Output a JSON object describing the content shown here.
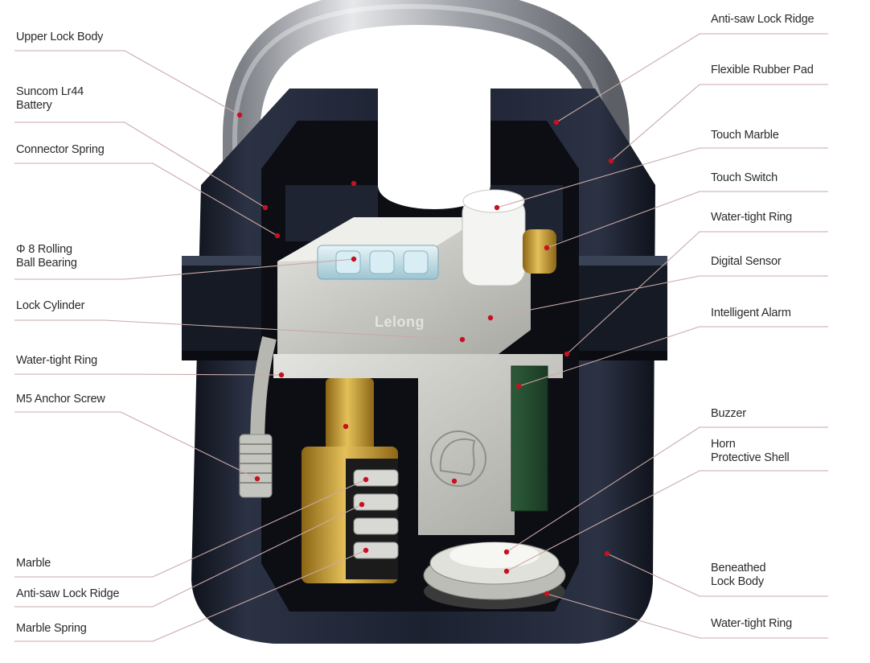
{
  "labels": {
    "left": [
      {
        "id": "upper-lock-body",
        "text": "Upper Lock Body"
      },
      {
        "id": "suncom-battery",
        "text": "Suncom Lr44\nBattery"
      },
      {
        "id": "connector-spring",
        "text": "Connector Spring"
      },
      {
        "id": "rolling-ball-bearing",
        "text": "Φ 8 Rolling\nBall Bearing"
      },
      {
        "id": "lock-cylinder",
        "text": "Lock Cylinder"
      },
      {
        "id": "water-tight-ring-left",
        "text": "Water-tight Ring"
      },
      {
        "id": "m5-anchor-screw",
        "text": "M5 Anchor Screw"
      },
      {
        "id": "marble-left",
        "text": "Marble"
      },
      {
        "id": "anti-saw-lock-ridge-left",
        "text": "Anti-saw Lock Ridge"
      },
      {
        "id": "marble-spring",
        "text": "Marble Spring"
      }
    ],
    "right": [
      {
        "id": "anti-saw-lock-ridge-right",
        "text": "Anti-saw Lock Ridge"
      },
      {
        "id": "flexible-rubber-pad",
        "text": "Flexible Rubber Pad"
      },
      {
        "id": "touch-marble",
        "text": "Touch Marble"
      },
      {
        "id": "touch-switch",
        "text": "Touch Switch"
      },
      {
        "id": "water-tight-ring-right",
        "text": "Water-tight Ring"
      },
      {
        "id": "digital-sensor",
        "text": "Digital Sensor"
      },
      {
        "id": "intelligent-alarm",
        "text": "Intelligent Alarm"
      },
      {
        "id": "buzzer",
        "text": "Buzzer"
      },
      {
        "id": "horn-protective-shell",
        "text": "Horn\nProtective Shell"
      },
      {
        "id": "beneathed-lock-body",
        "text": "Beneathed\nLock Body"
      },
      {
        "id": "water-tight-ring-bottom",
        "text": "Water-tight Ring"
      }
    ]
  },
  "watermark": "Lelong",
  "colors": {
    "text": "#2a2a2a",
    "leader": "#c9a9a9",
    "dot": "#c8101e",
    "body_dark": "#1c2130",
    "shackle": "#b9bcc2",
    "brass": "#c9a02c",
    "steel": "#c8c8c4"
  }
}
